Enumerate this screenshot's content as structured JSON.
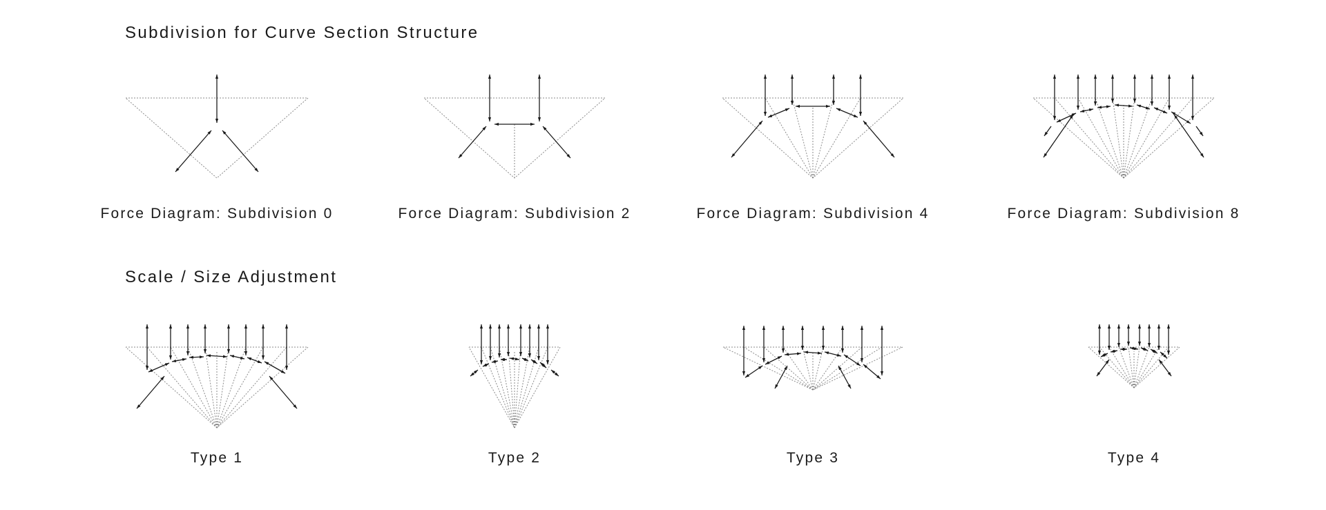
{
  "headings": {
    "subdivision": "Subdivision for Curve Section Structure",
    "scale": "Scale / Size Adjustment"
  },
  "subdivision_diagrams": [
    {
      "caption": "Force Diagram: Subdivision 0",
      "subdivisions": 0
    },
    {
      "caption": "Force Diagram: Subdivision 2",
      "subdivisions": 2
    },
    {
      "caption": "Force Diagram: Subdivision 4",
      "subdivisions": 4
    },
    {
      "caption": "Force Diagram: Subdivision 8",
      "subdivisions": 8
    }
  ],
  "scale_diagrams": [
    {
      "caption": "Type 1"
    },
    {
      "caption": "Type 2"
    },
    {
      "caption": "Type 3"
    },
    {
      "caption": "Type 4"
    }
  ],
  "colors": {
    "ink": "#1a1a1a",
    "guide": "#8a8a8a"
  }
}
